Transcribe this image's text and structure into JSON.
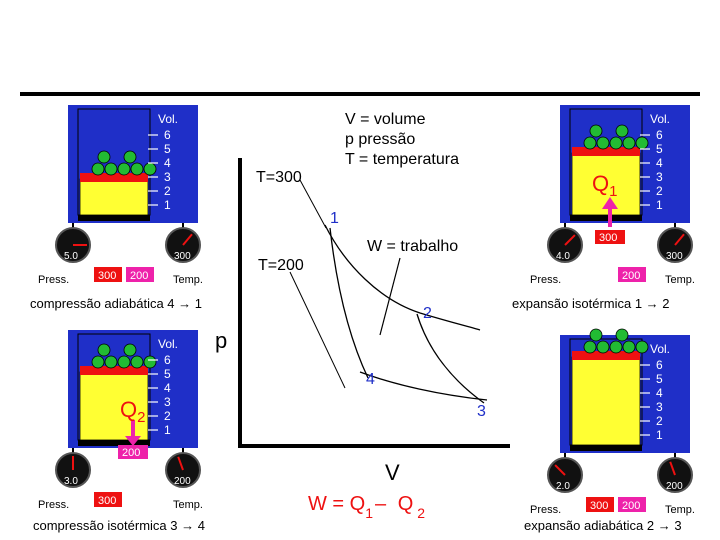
{
  "legend": {
    "line1": "V = volume",
    "line2": "p  pressão",
    "line3": "T = temperatura",
    "work": "W = trabalho"
  },
  "graph": {
    "t300_label": "T=300",
    "t200_label": "T=200",
    "axis_p": "p",
    "axis_v": "V",
    "point_1": "1",
    "point_2": "2",
    "point_3": "3",
    "point_4": "4"
  },
  "formula": {
    "w": "W = ",
    "q": "Q",
    "sub1": "1",
    "minus": "– ",
    "sub2": "2"
  },
  "captions": {
    "top_left": "compressão adiabática 4 → 1",
    "top_right": "expansão isotérmica 1 → 2",
    "bottom_left": "compressão isotérmica 3 → 4",
    "bottom_right": "expansão adiabática 2 → 3"
  },
  "common": {
    "vol": "Vol.",
    "scale": [
      "6",
      "5",
      "4",
      "3",
      "2",
      "1"
    ],
    "press": "Press.",
    "temp": "Temp.",
    "t300": "300",
    "t200": "200",
    "q": "Q"
  },
  "cylinders": {
    "tl": {
      "pressure": "5.0",
      "temperature": "300"
    },
    "tr": {
      "pressure": "4.0",
      "temperature": "300",
      "heat_sub": "1",
      "reservoir": "300"
    },
    "bl": {
      "pressure": "3.0",
      "temperature": "200",
      "heat_sub": "2",
      "reservoir": "200"
    },
    "br": {
      "pressure": "2.0",
      "temperature": "200"
    }
  },
  "colors": {
    "blue": "#1f2fc8",
    "yellow": "#ffff33",
    "red": "#ee1111",
    "green": "#22bb33",
    "pink": "#ee22aa"
  }
}
